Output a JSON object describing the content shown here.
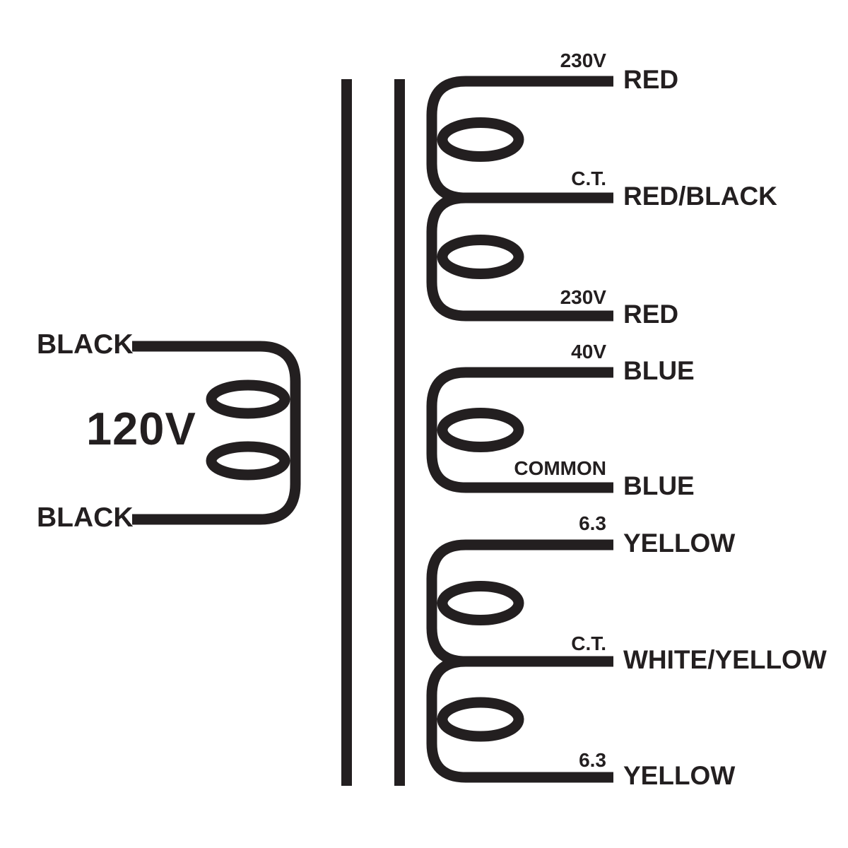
{
  "colors": {
    "ink": "#231f20",
    "background": "#ffffff"
  },
  "primary": {
    "top_lead": "BLACK",
    "voltage": "120V",
    "bottom_lead": "BLACK"
  },
  "windings": [
    {
      "taps": [
        {
          "tap": "230V",
          "wire": "RED"
        },
        {
          "tap": "C.T.",
          "wire": "RED/BLACK"
        },
        {
          "tap": "230V",
          "wire": "RED"
        }
      ]
    },
    {
      "taps": [
        {
          "tap": "40V",
          "wire": "BLUE"
        },
        {
          "tap": "COMMON",
          "wire": "BLUE"
        }
      ]
    },
    {
      "taps": [
        {
          "tap": "6.3",
          "wire": "YELLOW"
        },
        {
          "tap": "C.T.",
          "wire": "WHITE/YELLOW"
        },
        {
          "tap": "6.3",
          "wire": "YELLOW"
        }
      ]
    }
  ]
}
